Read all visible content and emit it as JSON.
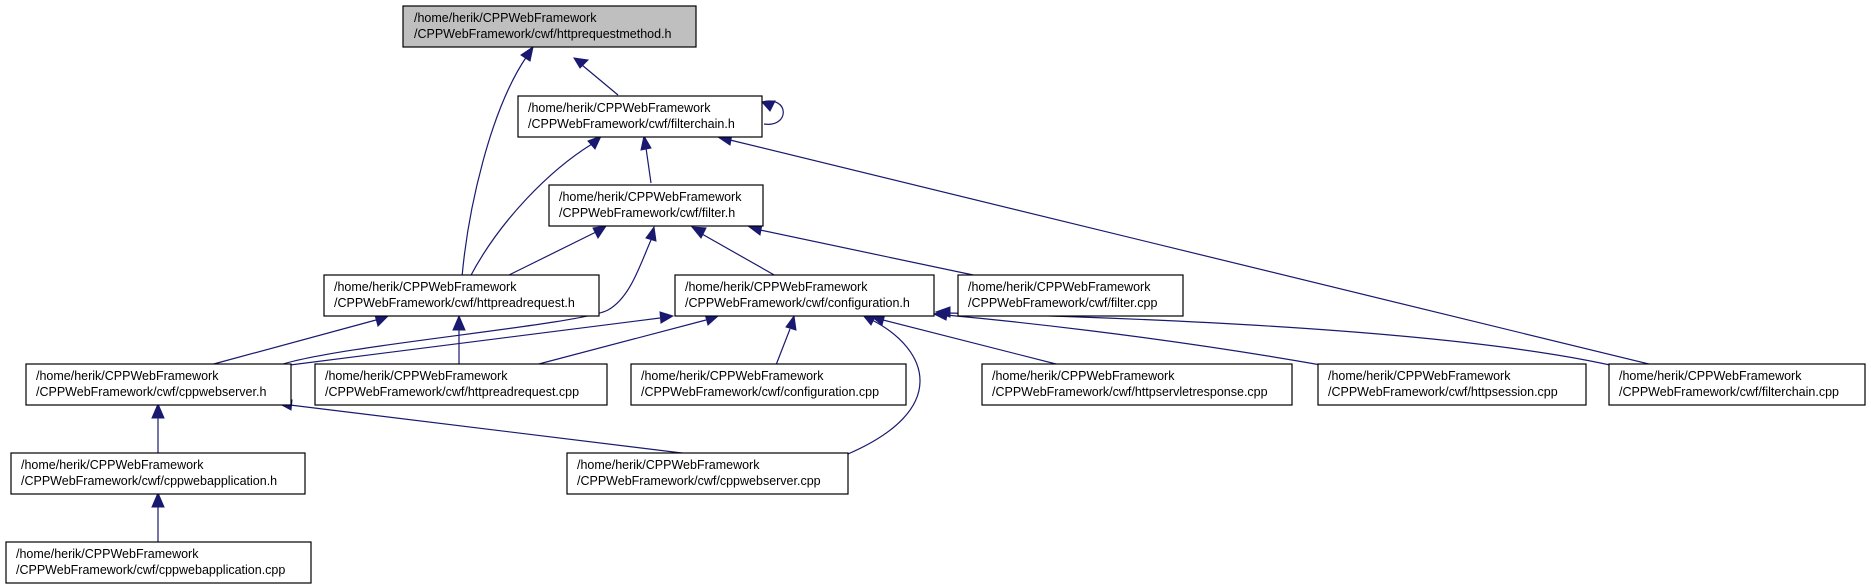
{
  "graph": {
    "nodes": {
      "httprequestmethod_h": {
        "line1": "/home/herik/CPPWebFramework",
        "line2": "/CPPWebFramework/cwf/httprequestmethod.h"
      },
      "filterchain_h": {
        "line1": "/home/herik/CPPWebFramework",
        "line2": "/CPPWebFramework/cwf/filterchain.h"
      },
      "filter_h": {
        "line1": "/home/herik/CPPWebFramework",
        "line2": "/CPPWebFramework/cwf/filter.h"
      },
      "httpreadrequest_h": {
        "line1": "/home/herik/CPPWebFramework",
        "line2": "/CPPWebFramework/cwf/httpreadrequest.h"
      },
      "configuration_h": {
        "line1": "/home/herik/CPPWebFramework",
        "line2": "/CPPWebFramework/cwf/configuration.h"
      },
      "filter_cpp": {
        "line1": "/home/herik/CPPWebFramework",
        "line2": "/CPPWebFramework/cwf/filter.cpp"
      },
      "cppwebserver_h": {
        "line1": "/home/herik/CPPWebFramework",
        "line2": "/CPPWebFramework/cwf/cppwebserver.h"
      },
      "httpreadrequest_cpp": {
        "line1": "/home/herik/CPPWebFramework",
        "line2": "/CPPWebFramework/cwf/httpreadrequest.cpp"
      },
      "configuration_cpp": {
        "line1": "/home/herik/CPPWebFramework",
        "line2": "/CPPWebFramework/cwf/configuration.cpp"
      },
      "httpservletresponse_cpp": {
        "line1": "/home/herik/CPPWebFramework",
        "line2": "/CPPWebFramework/cwf/httpservletresponse.cpp"
      },
      "httpsession_cpp": {
        "line1": "/home/herik/CPPWebFramework",
        "line2": "/CPPWebFramework/cwf/httpsession.cpp"
      },
      "filterchain_cpp": {
        "line1": "/home/herik/CPPWebFramework",
        "line2": "/CPPWebFramework/cwf/filterchain.cpp"
      },
      "cppwebapplication_h": {
        "line1": "/home/herik/CPPWebFramework",
        "line2": "/CPPWebFramework/cwf/cppwebapplication.h"
      },
      "cppwebserver_cpp": {
        "line1": "/home/herik/CPPWebFramework",
        "line2": "/CPPWebFramework/cwf/cppwebserver.cpp"
      },
      "cppwebapplication_cpp": {
        "line1": "/home/herik/CPPWebFramework",
        "line2": "/CPPWebFramework/cwf/cppwebapplication.cpp"
      }
    },
    "colors": {
      "edge": "#191970",
      "root_fill": "#bfbfbf",
      "node_fill": "#ffffff",
      "node_border": "#000000"
    }
  }
}
